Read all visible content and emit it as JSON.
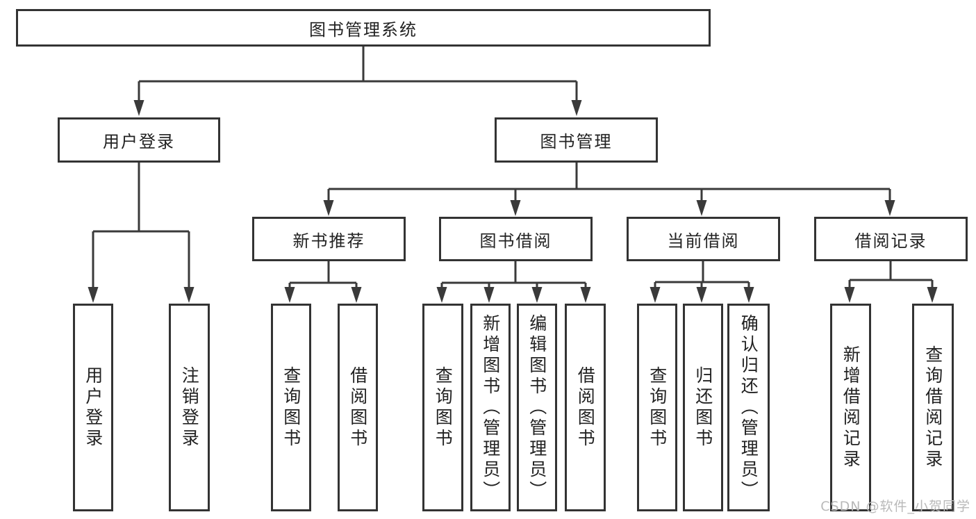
{
  "tree": {
    "label": "图书管理系统",
    "children": [
      {
        "label": "用户登录",
        "children": [
          {
            "label": "用户登录"
          },
          {
            "label": "注销登录"
          }
        ]
      },
      {
        "label": "图书管理",
        "children": [
          {
            "label": "新书推荐",
            "children": [
              {
                "label": "查询图书"
              },
              {
                "label": "借阅图书"
              }
            ]
          },
          {
            "label": "图书借阅",
            "children": [
              {
                "label": "查询图书"
              },
              {
                "label": "新增图书（管理员）"
              },
              {
                "label": "编辑图书（管理员）"
              },
              {
                "label": "借阅图书"
              }
            ]
          },
          {
            "label": "当前借阅",
            "children": [
              {
                "label": "查询图书"
              },
              {
                "label": "归还图书"
              },
              {
                "label": "确认归还（管理员）"
              }
            ]
          },
          {
            "label": "借阅记录",
            "children": [
              {
                "label": "新增借阅记录"
              },
              {
                "label": "查询借阅记录"
              }
            ]
          }
        ]
      }
    ]
  },
  "watermark": "CSDN @软件_小贺同学",
  "colors": {
    "line": "#3a3a3a",
    "box_border": "#333333",
    "text": "#222222",
    "background": "#ffffff",
    "watermark": "#b9b9b9"
  }
}
